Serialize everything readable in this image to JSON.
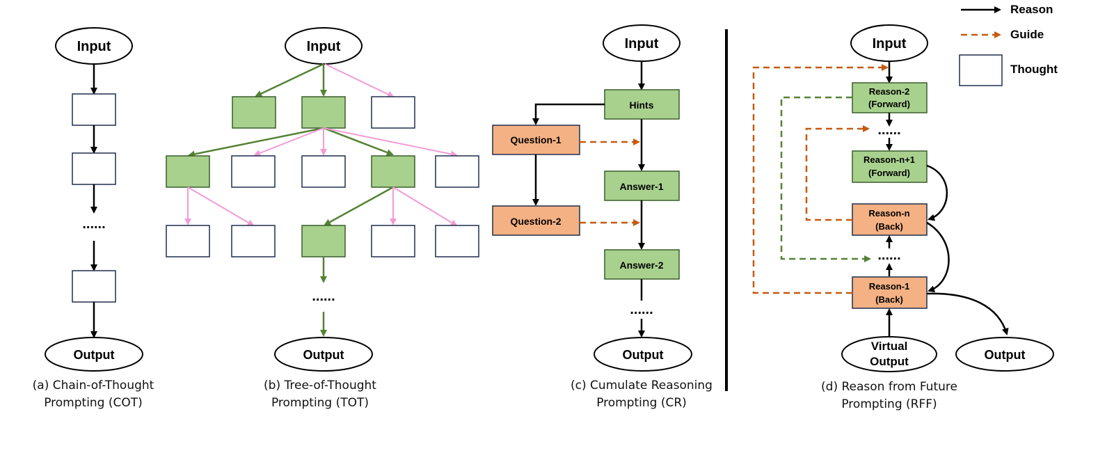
{
  "colors": {
    "green_fill": "#a9d18e",
    "green_stroke": "#385d2a",
    "green_arrow": "#548235",
    "orange_fill": "#f4b183",
    "orange_arrow": "#c55a11",
    "pink_arrow": "#f29bd6",
    "thought_stroke": "#1f2d4d",
    "black": "#000000"
  },
  "legend": {
    "reason": "Reason",
    "guide": "Guide",
    "thought": "Thought"
  },
  "cot": {
    "input": "Input",
    "dots": "......",
    "output": "Output",
    "caption_line1": "(a) Chain-of-Thought",
    "caption_line2": "Prompting (COT)"
  },
  "tot": {
    "input": "Input",
    "dots": "......",
    "output": "Output",
    "caption_line1": "(b) Tree-of-Thought",
    "caption_line2": "Prompting (TOT)"
  },
  "cr": {
    "input": "Input",
    "hints": "Hints",
    "question1": "Question-1",
    "question2": "Question-2",
    "answer1": "Answer-1",
    "answer2": "Answer-2",
    "dots": "......",
    "output": "Output",
    "caption_line1": "(c) Cumulate Reasoning",
    "caption_line2": "Prompting (CR)"
  },
  "rff": {
    "input": "Input",
    "reason2_line1": "Reason-2",
    "reason2_line2": "(Forward)",
    "dots_top": "......",
    "reasonn1_line1": "Reason-n+1",
    "reasonn1_line2": "(Forward)",
    "reasonn_line1": "Reason-n",
    "reasonn_line2": "(Back)",
    "dots_mid": "......",
    "reason1_line1": "Reason-1",
    "reason1_line2": "(Back)",
    "virtual_line1": "Virtual",
    "virtual_line2": "Output",
    "output": "Output",
    "caption_line1": "(d) Reason from Future",
    "caption_line2": "Prompting (RFF)"
  }
}
